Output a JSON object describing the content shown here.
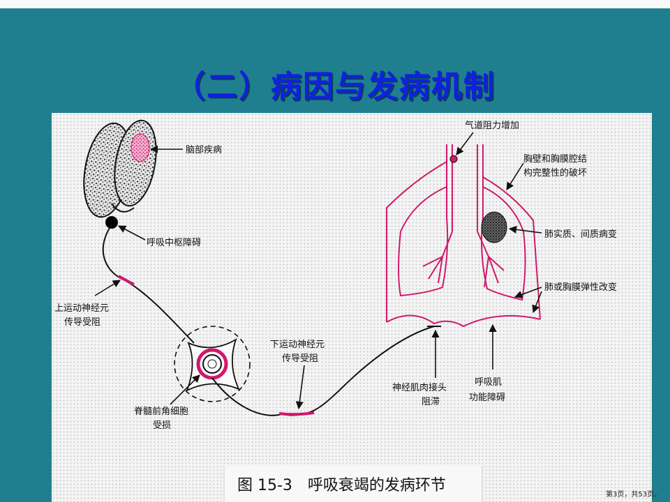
{
  "slide": {
    "title": "（二）病因与发病机制",
    "page_number": "第3页，共53页。"
  },
  "figure": {
    "caption": "图 15-3　呼吸衰竭的发病环节",
    "labels": {
      "brain_disease": "脑部疾病",
      "resp_center": "呼吸中枢障碍",
      "upper_motor_1": "上运动神经元",
      "upper_motor_2": "传导受阻",
      "spinal_1": "脊髓前角细胞",
      "spinal_2": "受损",
      "lower_motor_1": "下运动神经元",
      "lower_motor_2": "传导受阻",
      "nmj_1": "神经肌肉接头",
      "nmj_2": "阻滞",
      "resp_muscle_1": "呼吸肌",
      "resp_muscle_2": "功能障碍",
      "airway": "气道阻力增加",
      "chest_wall_1": "胸壁和胸膜腔结",
      "chest_wall_2": "构完整性的破坏",
      "lung_paren": "肺实质、间质病变",
      "elasticity": "肺或胸膜弹性改变"
    },
    "colors": {
      "lesion": "#d0196b",
      "line": "#111111",
      "slide_bg": "#1f7f8f",
      "title": "#1020e0"
    }
  }
}
